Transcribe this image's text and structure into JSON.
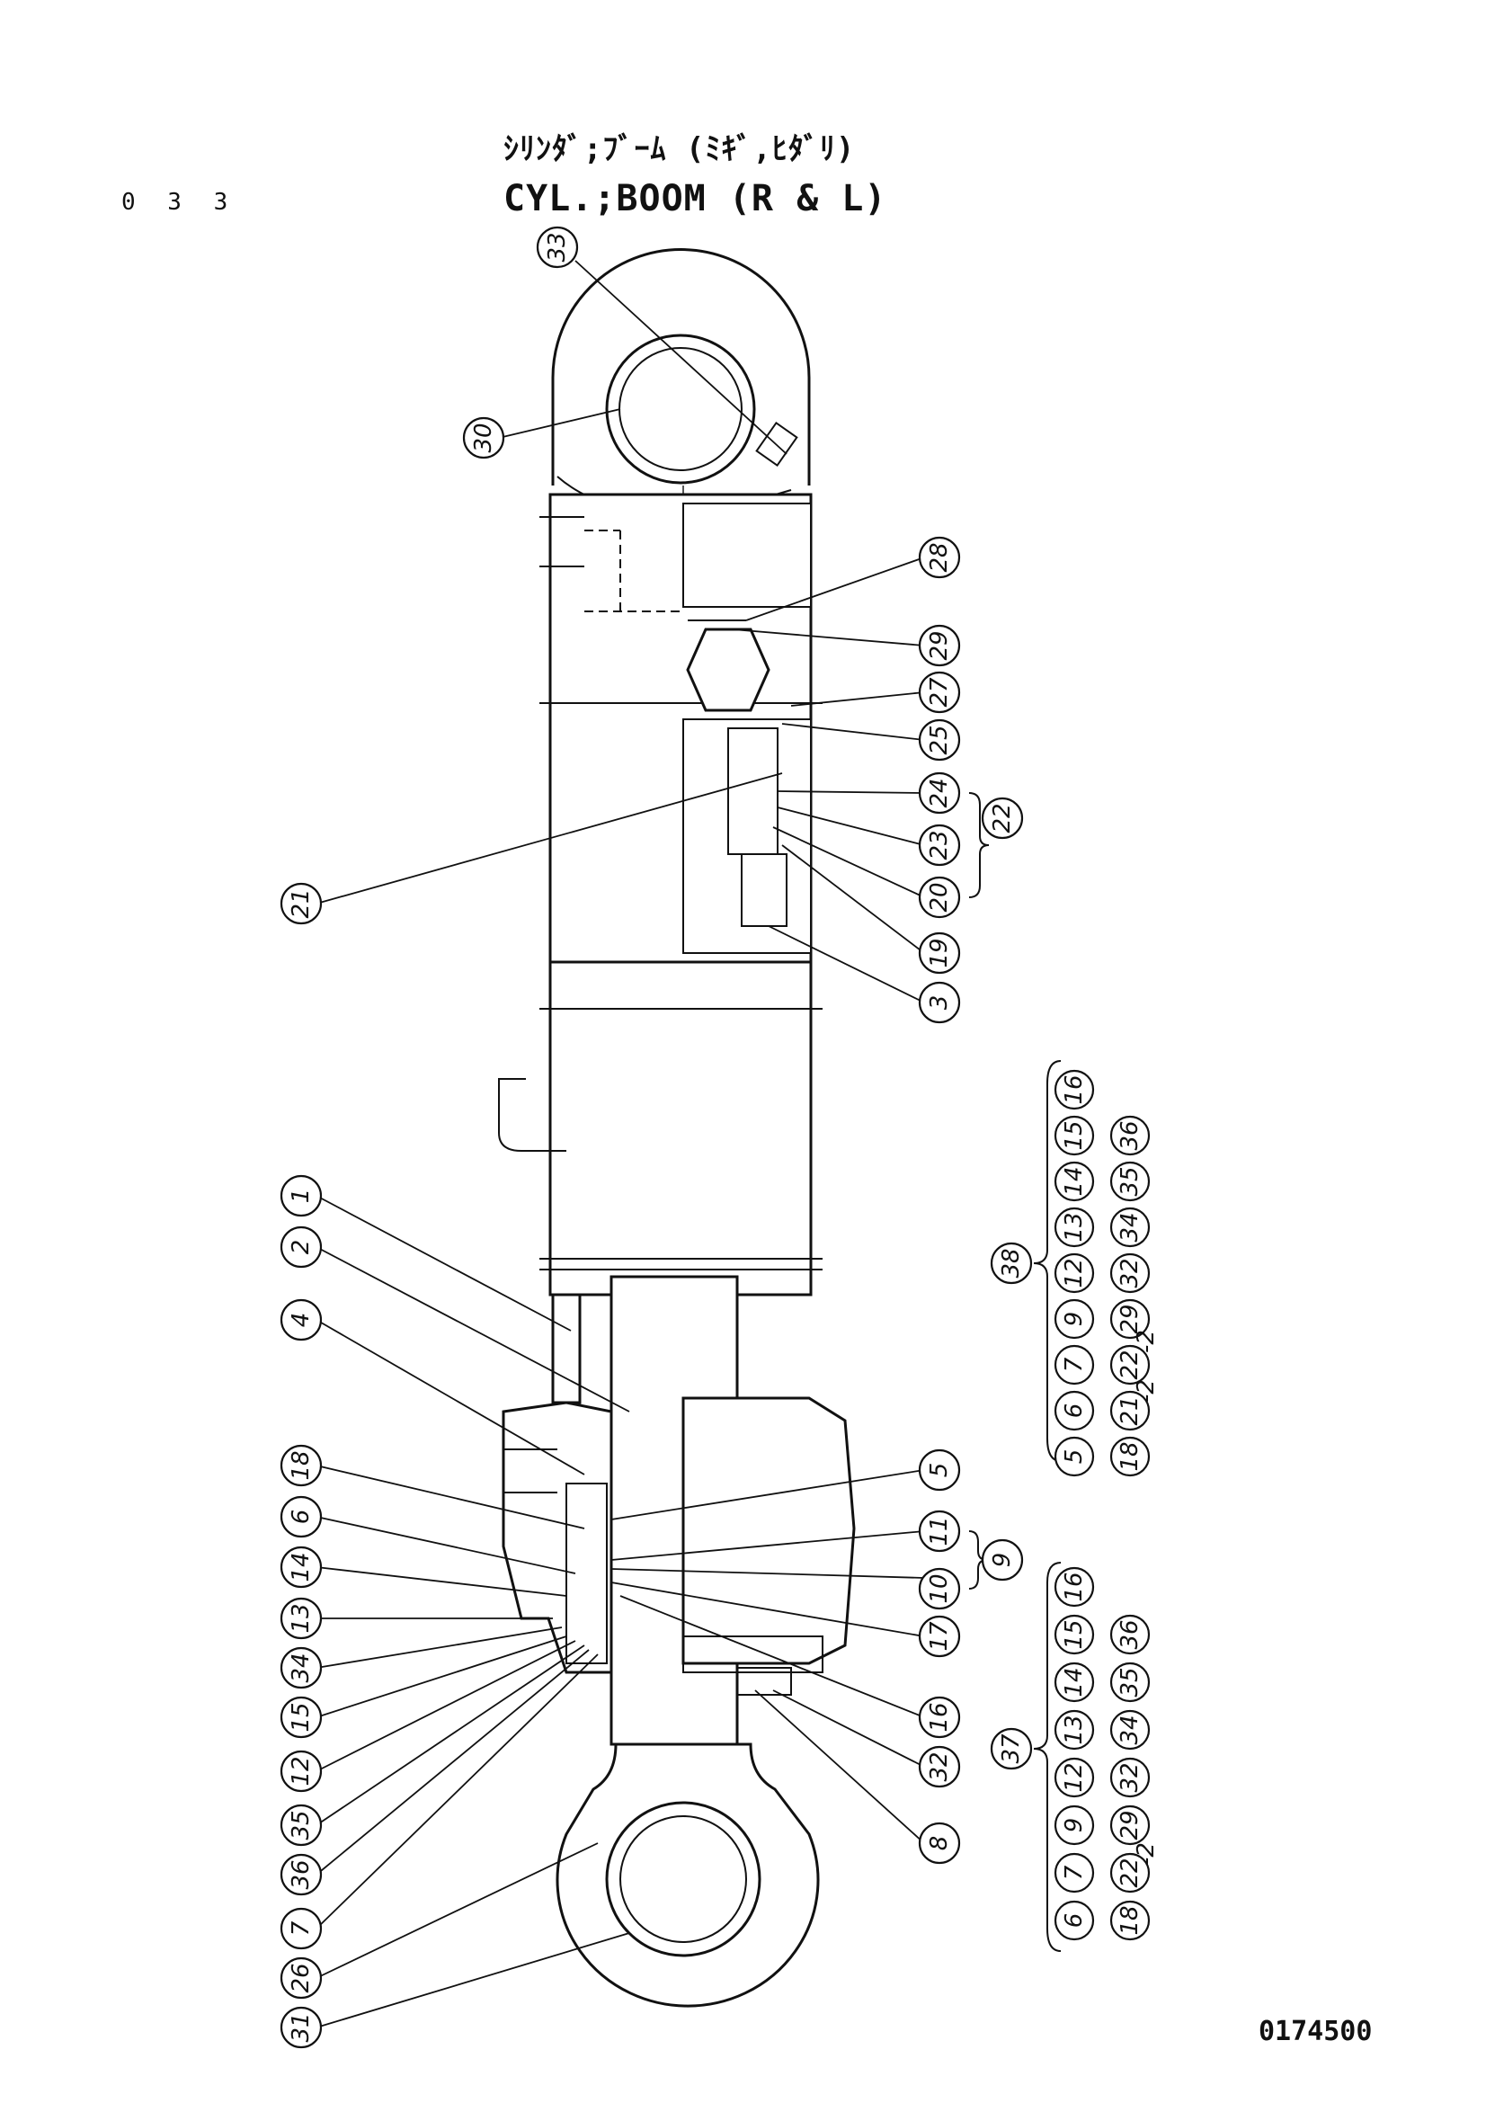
{
  "header": {
    "page_number": "0 3 3",
    "title_jp": "ｼﾘﾝﾀﾞ;ﾌﾞｰﾑ (ﾐｷﾞ,ﾋﾀﾞﾘ)",
    "title_en": "CYL.;BOOM (R & L)"
  },
  "footer": {
    "drawing_number": "0174500"
  },
  "callouts_left": [
    "33",
    "30",
    "21",
    "1",
    "2",
    "4",
    "18",
    "6",
    "14",
    "13",
    "34",
    "15",
    "12",
    "35",
    "36",
    "7",
    "26",
    "31"
  ],
  "callouts_right": [
    "28",
    "29",
    "27",
    "25",
    "24",
    "23",
    "22",
    "20",
    "19",
    "3",
    "5",
    "11",
    "10",
    "9",
    "17",
    "16",
    "32",
    "8"
  ],
  "kit_38": {
    "label": "38",
    "row1": [
      "5",
      "6",
      "7",
      "9",
      "12",
      "13",
      "14",
      "15",
      "16"
    ],
    "row2": [
      "18",
      "21",
      "22",
      "29",
      "32",
      "34",
      "35",
      "36"
    ],
    "qty_21": "-2",
    "qty_22": "-2"
  },
  "kit_37": {
    "label": "37",
    "row1": [
      "6",
      "7",
      "9",
      "12",
      "13",
      "14",
      "15",
      "16"
    ],
    "row2": [
      "18",
      "22",
      "29",
      "32",
      "34",
      "35",
      "36"
    ],
    "qty_22": "-2"
  }
}
